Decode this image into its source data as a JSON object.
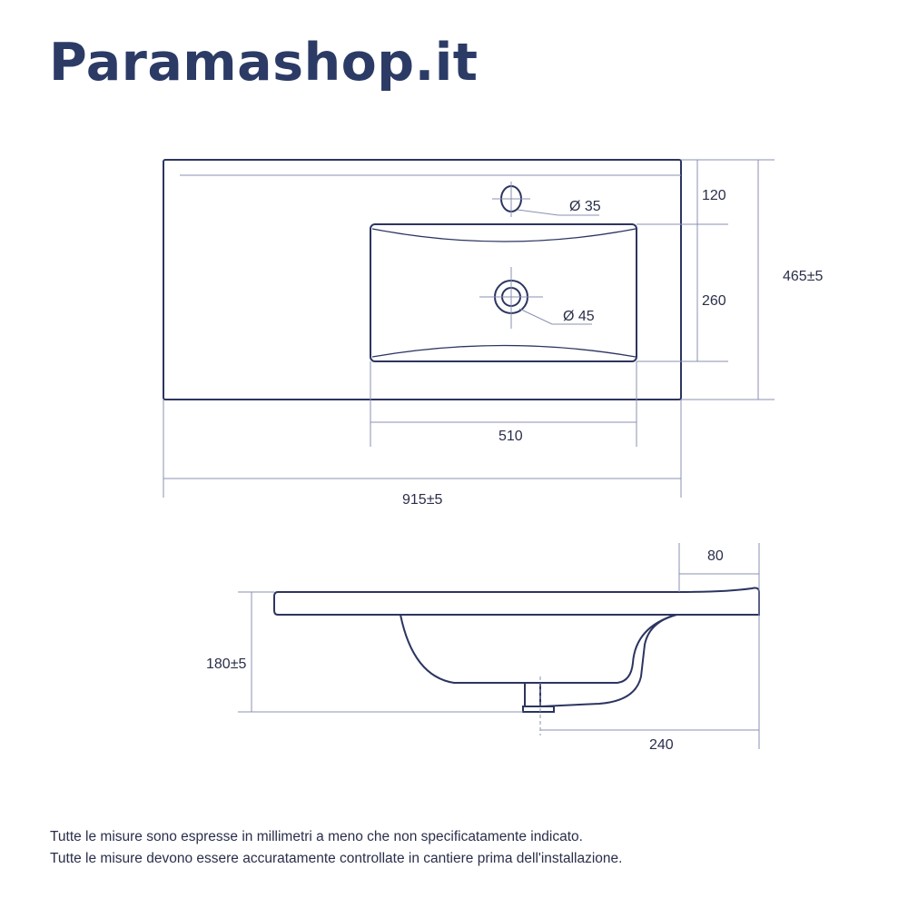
{
  "brand": "Paramashop.it",
  "top_view": {
    "dim_faucet_hole": "Ø 35",
    "dim_drain_hole": "Ø 45",
    "dim_top_to_basin": "120",
    "dim_basin_depth": "260",
    "dim_total_depth": "465±5",
    "dim_basin_width": "510",
    "dim_total_width": "915±5"
  },
  "side_view": {
    "dim_back_edge": "80",
    "dim_height": "180±5",
    "dim_drain_offset": "240"
  },
  "notes": [
    "Tutte le misure sono espresse in millimetri a meno che non specificatamente indicato.",
    "Tutte le misure devono essere accuratamente controllate in cantiere prima dell'installazione."
  ],
  "colors": {
    "brand": "#2c3b66",
    "lines": "#2c3560"
  }
}
